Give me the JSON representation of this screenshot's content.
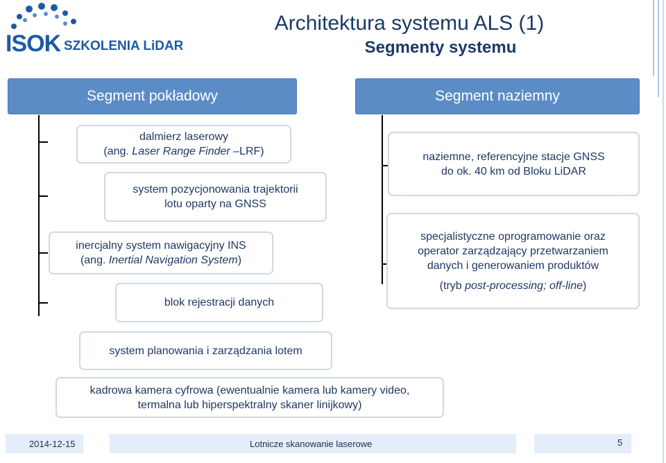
{
  "logo": {
    "brand": "ISOK",
    "sub": "SZKOLENIA LiDAR"
  },
  "title": "Architektura systemu ALS (1)",
  "subtitle": "Segmenty systemu",
  "segments": {
    "left_header": "Segment pokładowy",
    "right_header": "Segment naziemny"
  },
  "boxes": {
    "laser_line1": "dalmierz laserowy",
    "laser_line2_a": "(ang. ",
    "laser_line2_b": "Laser Range Finder ",
    "laser_line2_c": "–LRF)",
    "gnss_line1_bold": "system pozycjonowania",
    "gnss_line1_rest": " trajektorii",
    "gnss_line2": "lotu oparty na GNSS",
    "ins_line1": "inercjalny system nawigacyjny INS",
    "ins_line2_a": "(ang. ",
    "ins_line2_b": "Inertial Navigation System",
    "ins_line2_c": ")",
    "rec": "blok rejestracji danych",
    "plan": "system planowania i zarządzania lotem",
    "cam_line1_bold": "kadrowa kamera cyfrowa",
    "cam_line1_rest": " (ewentualnie kamera lub kamery video,",
    "cam_line2": "termalna lub hiperspektralny skaner linijkowy)",
    "ground1_line1_a": "naziemne, ",
    "ground1_line1_b": "referencyjne stacje GNSS",
    "ground1_line2": "do ok. 40 km od Bloku LiDAR",
    "ground2_line1_bold": "specjalistyczne oprogramowanie",
    "ground2_line1_rest": " oraz",
    "ground2_line2": "operator zarządzający przetwarzaniem",
    "ground2_line3": "danych i generowaniem produktów",
    "ground2_line4_a": "(tryb ",
    "ground2_line4_b": "post-processing; off-line",
    "ground2_line4_c": ")"
  },
  "footer": {
    "date": "2014-12-15",
    "center": "Lotnicze skanowanie laserowe",
    "page": "5"
  },
  "colors": {
    "header_bg": "#5b8cc6",
    "logo": "#1c5aa6",
    "footer_bg": "#e3eefa"
  }
}
